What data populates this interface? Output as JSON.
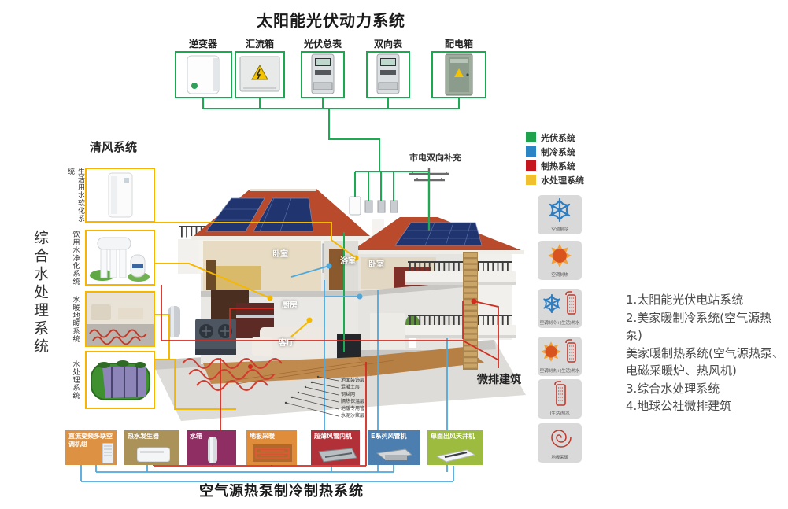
{
  "title_top": "太阳能光伏动力系统",
  "title_bottom": "空气源热泵制冷制热系统",
  "pv_devices": [
    {
      "label": "逆变器"
    },
    {
      "label": "汇流箱"
    },
    {
      "label": "光伏总表"
    },
    {
      "label": "双向表"
    },
    {
      "label": "配电箱"
    }
  ],
  "legend": [
    {
      "label": "光伏系统",
      "color": "#1EA24B"
    },
    {
      "label": "制冷系统",
      "color": "#2B84C4"
    },
    {
      "label": "制热系统",
      "color": "#C5161D"
    },
    {
      "label": "水处理系统",
      "color": "#F0C02F"
    }
  ],
  "left_panel": {
    "fresh_air_title": "清风系统",
    "vertical_title": "综合水处理系统",
    "boxes": [
      {
        "label": "生活用水软化系统"
      },
      {
        "label": "饮用水净化系统"
      },
      {
        "label": "水暖地暖系统"
      },
      {
        "label": "水处理系统"
      }
    ]
  },
  "house": {
    "grid_label": "市电双向补充",
    "building_label": "微排建筑",
    "room_labels": {
      "bedroom1": "卧室",
      "bathroom": "浴室",
      "bedroom2": "卧室",
      "kitchen": "厨房",
      "living": "客厅"
    },
    "floor_layers": [
      "地面装饰层",
      "混凝土层",
      "钢丝网",
      "隔热保温层",
      "地暖专用管",
      "水泥沙浆层"
    ]
  },
  "mode_icons": [
    {
      "icon": "snowflake",
      "label": "空调制冷"
    },
    {
      "icon": "sun",
      "label": "空调制热"
    },
    {
      "icon": "snowflake-shower",
      "label": "空调制冷+(生活)热水"
    },
    {
      "icon": "sun-shower",
      "label": "空调制热+(生活)热水"
    },
    {
      "icon": "shower",
      "label": "(生活)热水"
    },
    {
      "icon": "spiral",
      "label": "地板采暖"
    }
  ],
  "system_list": [
    "1.太阳能光伏电站系统",
    "2.美家暖制冷系统(空气源热泵)",
    "美家暖制热系统(空气源热泵、电磁采暖炉、热风机)",
    "3.综合水处理系统",
    "4.地球公社微排建筑"
  ],
  "bottom_units": [
    {
      "label": "直流变频多联空调机组",
      "color": "#DD9243"
    },
    {
      "label": "热水发生器",
      "color": "#AB9258"
    },
    {
      "label": "水箱",
      "color": "#8E2E62"
    },
    {
      "label": "地板采暖",
      "color": "#DF8C3B"
    },
    {
      "label": "超薄风管内机",
      "color": "#B23038"
    },
    {
      "label": "E系列风管机",
      "color": "#4C7EB0"
    },
    {
      "label": "单面出风天井机",
      "color": "#9CBB3F"
    }
  ]
}
